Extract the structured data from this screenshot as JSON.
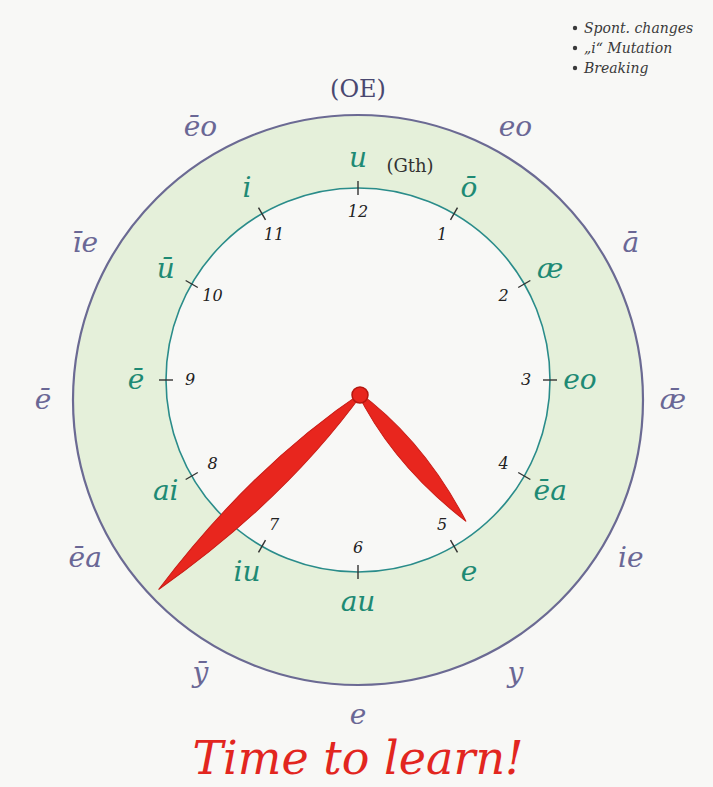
{
  "diagram": {
    "nodes": [
      {
        "text": [
          "u",
          "(Gth)",
          "ō",
          "æ",
          "eo",
          "ēa",
          "e",
          "au",
          "iu",
          "ai",
          "ē",
          "ū",
          "i"
        ]
      },
      {
        "text": [
          "1",
          "2",
          "3",
          "4",
          "5",
          "6",
          "7",
          "8",
          "9",
          "10",
          "11",
          "12"
        ],
        "in": 0
      }
    ],
    "labels": [
      "(OE)",
      "ēo",
      "eo",
      "ā",
      "ǣ",
      "ie",
      "y",
      "e",
      "ȳ",
      "ēa",
      "ē",
      "īe",
      "Spont. changes",
      "„i“ Mutation",
      "Breaking",
      "Time to learn!"
    ]
  }
}
